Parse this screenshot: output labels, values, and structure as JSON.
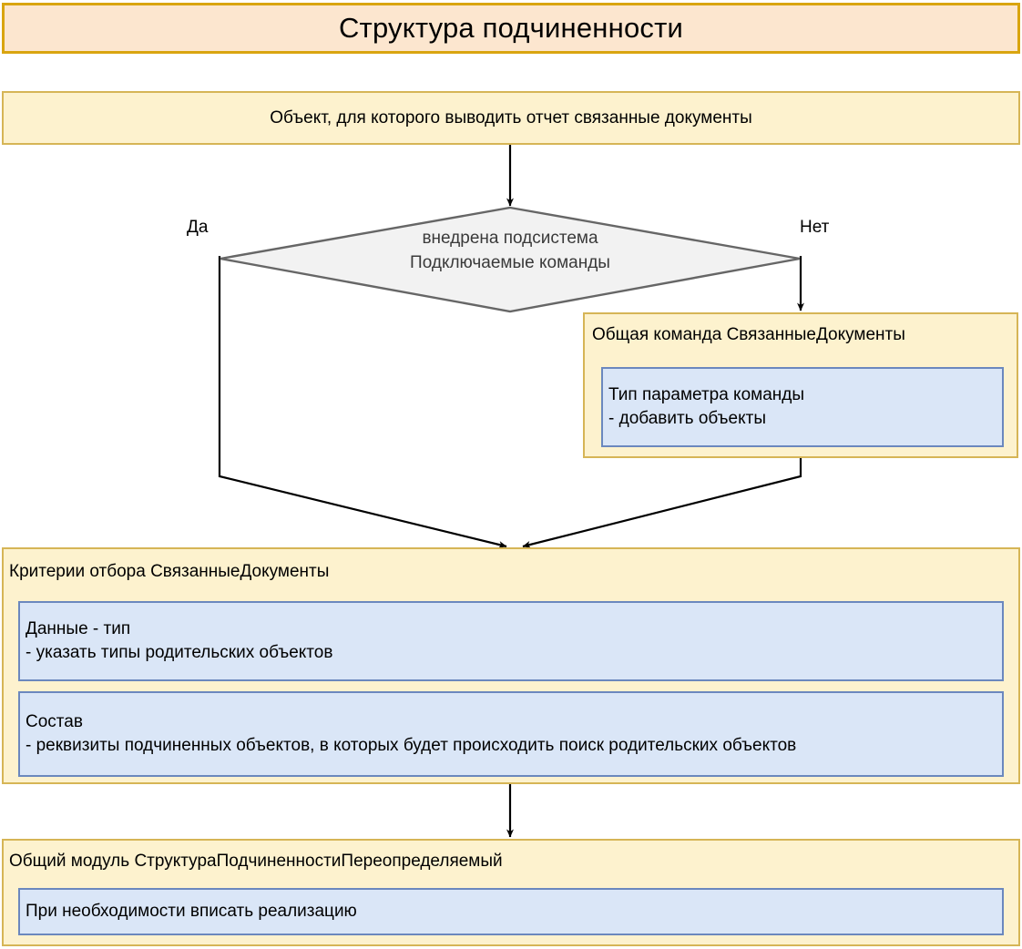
{
  "diagram": {
    "title": "Структура подчиненности",
    "colors": {
      "title_fill": "#fce6cf",
      "title_border": "#d9a510",
      "block_fill": "#fdf2ce",
      "block_border": "#d6b556",
      "inner_fill": "#dae6f7",
      "inner_border": "#6b88be",
      "decision_fill": "#f2f2f2",
      "decision_border": "#666666",
      "edge": "#000000"
    },
    "start_block": {
      "text": "Объект, для которого выводить отчет связанные документы"
    },
    "decision": {
      "line1": "внедрена подсистема",
      "line2": "Подключаемые команды",
      "yes_label": "Да",
      "no_label": "Нет"
    },
    "command_block": {
      "heading": "Общая команда СвязанныеДокументы",
      "inner": [
        {
          "line1": "Тип параметра команды",
          "line2": "- добавить объекты"
        }
      ]
    },
    "criteria_block": {
      "heading": "Критерии отбора СвязанныеДокументы",
      "inner": [
        {
          "line1": "Данные - тип",
          "line2": "- указать типы родительских объектов"
        },
        {
          "line1": "Состав",
          "line2": "- реквизиты подчиненных объектов, в которых будет происходить поиск родительских объектов"
        }
      ]
    },
    "module_block": {
      "heading": "Общий модуль СтруктураПодчиненностиПереопределяемый",
      "inner": [
        {
          "line1": "При необходимости вписать реализацию"
        }
      ]
    }
  }
}
